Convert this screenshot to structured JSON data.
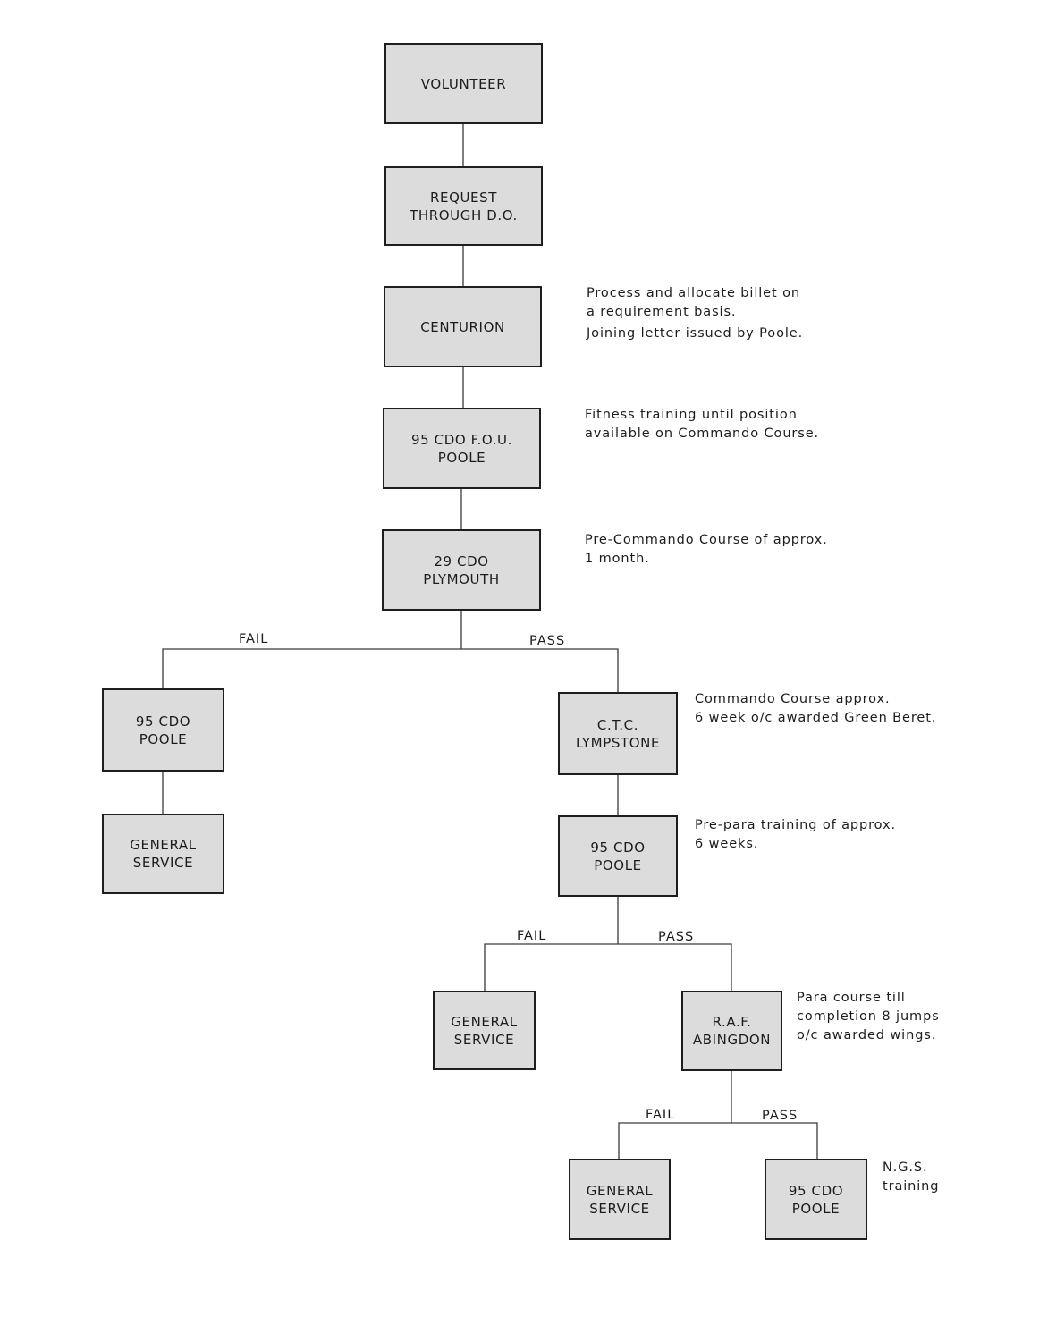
{
  "colors": {
    "box_fill": "#dcdcdc",
    "line": "#3a3a3a",
    "border": "#1e1e1e",
    "text": "#1c1c1c"
  },
  "nodes": {
    "volunteer": [
      "VOLUNTEER"
    ],
    "request": [
      "REQUEST",
      "THROUGH D.O."
    ],
    "centurion": [
      "CENTURION"
    ],
    "fou_poole": [
      "95 CDO F.O.U.",
      "POOLE"
    ],
    "plymouth": [
      "29 CDO",
      "PLYMOUTH"
    ],
    "poole_fail1": [
      "95 CDO",
      "POOLE"
    ],
    "general_service_1": [
      "GENERAL",
      "SERVICE"
    ],
    "ctc": [
      "C.T.C.",
      "LYMPSTONE"
    ],
    "poole_prepara": [
      "95 CDO",
      "POOLE"
    ],
    "general_service_2": [
      "GENERAL",
      "SERVICE"
    ],
    "raf": [
      "R.A.F.",
      "ABINGDON"
    ],
    "general_service_3": [
      "GENERAL",
      "SERVICE"
    ],
    "poole_final": [
      "95 CDO",
      "POOLE"
    ]
  },
  "notes": {
    "centurion": [
      "Process and allocate billet on",
      "a requirement basis.",
      "Joining letter issued by Poole."
    ],
    "fou_poole": [
      "Fitness training until position",
      "available on Commando Course."
    ],
    "plymouth": [
      "Pre-Commando Course of approx.",
      "1 month."
    ],
    "ctc": [
      "Commando Course approx.",
      "6 week o/c awarded Green Beret."
    ],
    "poole_prepara": [
      "Pre-para training of approx.",
      "6 weeks."
    ],
    "raf": [
      "Para course till",
      "completion 8 jumps",
      "o/c awarded wings."
    ],
    "poole_final": [
      "N.G.S.",
      "training"
    ]
  },
  "branches": {
    "fail": "FAIL",
    "pass": "PASS"
  }
}
